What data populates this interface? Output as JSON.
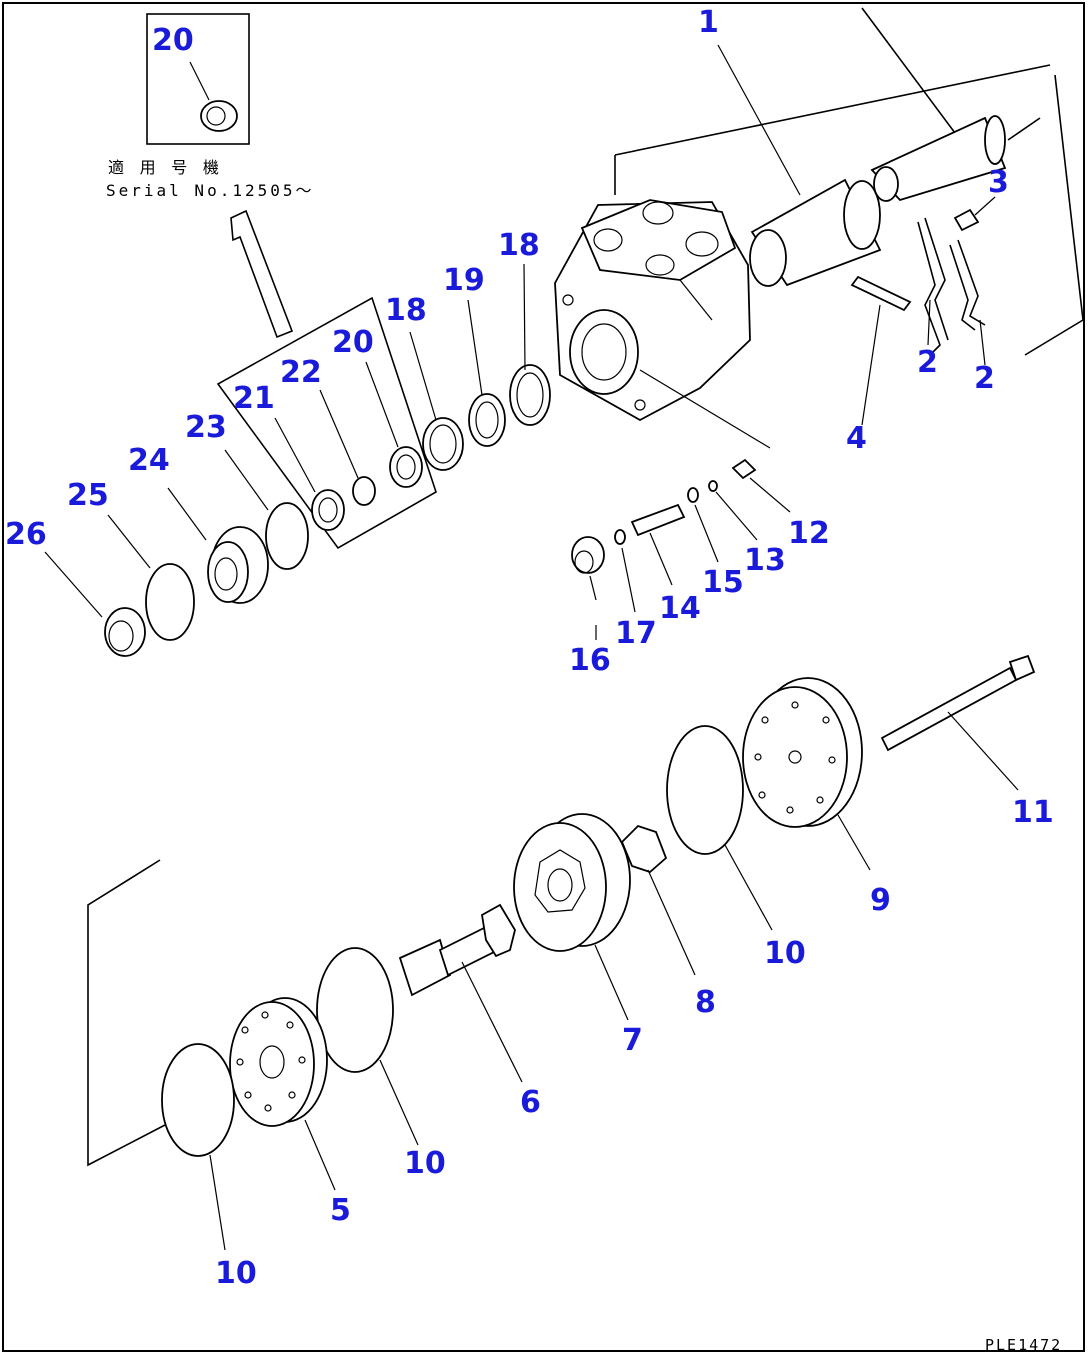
{
  "inset": {
    "callout": "20",
    "applicability_jp": "適 用 号 機",
    "serial_note": "Serial No.12505～"
  },
  "callouts": {
    "p1": "1",
    "p2a": "2",
    "p2b": "2",
    "p3": "3",
    "p4": "4",
    "p5": "5",
    "p6": "6",
    "p7": "7",
    "p8": "8",
    "p9": "9",
    "p10a": "10",
    "p10b": "10",
    "p10c": "10",
    "p11": "11",
    "p12": "12",
    "p13": "13",
    "p14": "14",
    "p15": "15",
    "p16": "16",
    "p17": "17",
    "p18a": "18",
    "p18b": "18",
    "p19": "19",
    "p20": "20",
    "p21": "21",
    "p22": "22",
    "p23": "23",
    "p24": "24",
    "p25": "25",
    "p26": "26"
  },
  "drawing_code": "PLE1472",
  "colors": {
    "callout": "#1a1adb",
    "linework": "#000000"
  }
}
